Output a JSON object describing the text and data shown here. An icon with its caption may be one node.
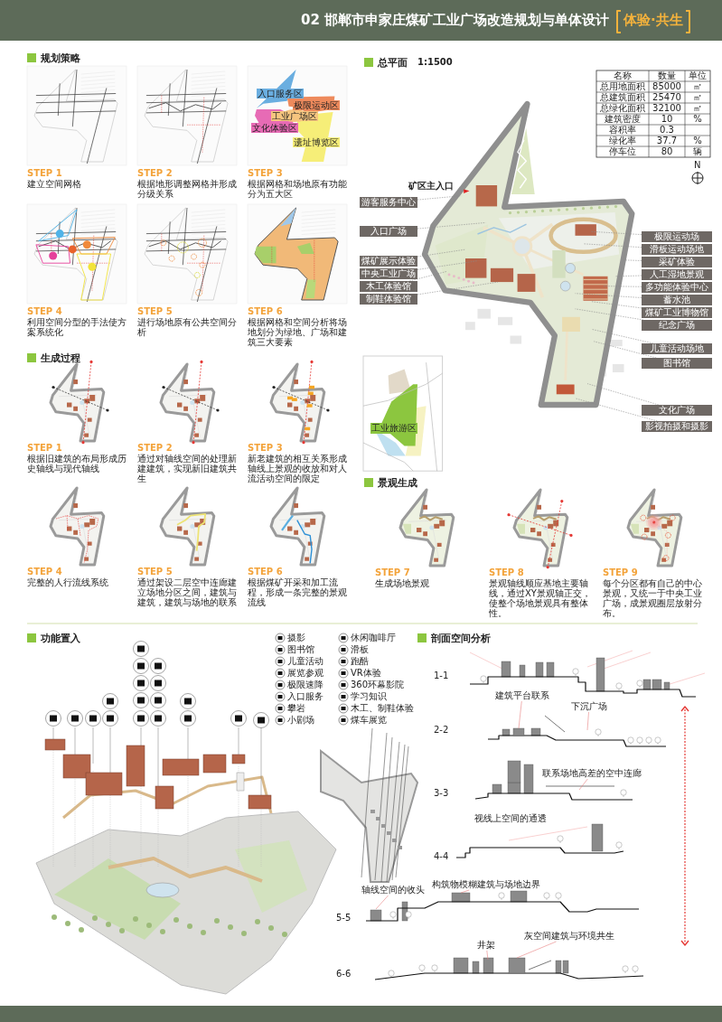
{
  "diagram": {
    "title": "02 邯郸市申家庄煤矿工业广场改造规划与单体设计",
    "nodes": [
      {
        "text": [
          "游客服务中心"
        ]
      },
      {
        "text": [
          "入口广场"
        ]
      },
      {
        "text": [
          "煤矿展示体验"
        ]
      },
      {
        "text": [
          "中央工业广场"
        ]
      },
      {
        "text": [
          "木工体验馆"
        ]
      },
      {
        "text": [
          "制鞋体验馆"
        ]
      },
      {
        "text": [
          "极限运动场"
        ]
      },
      {
        "text": [
          "滑板运动场地"
        ]
      },
      {
        "text": [
          "采矿体验"
        ]
      },
      {
        "text": [
          "人工湿地景观"
        ]
      },
      {
        "text": [
          "多功能体验中心"
        ]
      },
      {
        "text": [
          "蓄水池"
        ]
      },
      {
        "text": [
          "煤矿工业博物馆"
        ]
      },
      {
        "text": [
          "纪念广场"
        ]
      },
      {
        "text": [
          "儿童活动场地"
        ]
      },
      {
        "text": [
          "图书馆"
        ]
      },
      {
        "text": [
          "文化广场"
        ]
      },
      {
        "text": [
          "影视拍摄和摄影"
        ]
      },
      {
        "text": [
          "建筑平台联系"
        ]
      },
      {
        "text": [
          "下沉广场"
        ]
      },
      {
        "text": [
          "联系场地高差的空中连廊"
        ]
      },
      {
        "text": [
          "轴线空间的收头"
        ]
      },
      {
        "text": [
          "构筑物模糊建筑与场地边界"
        ]
      },
      {
        "text": [
          "井架"
        ]
      },
      {
        "text": [
          "灰空间建筑与环境共生"
        ]
      },
      {
        "text": [],
        "shape": "box"
      },
      {
        "text": [],
        "shape": "box"
      }
    ],
    "edges": [
      {
        "from": 0,
        "to": null,
        "arrow": "none",
        "style": "dashed"
      },
      {
        "from": 1,
        "to": null,
        "arrow": "none",
        "style": "dashed"
      },
      {
        "from": 2,
        "to": null,
        "arrow": "none",
        "style": "dashed"
      },
      {
        "from": 3,
        "to": null,
        "arrow": "none",
        "style": "dashed"
      },
      {
        "from": 4,
        "to": null,
        "arrow": "none",
        "style": "dashed"
      },
      {
        "from": 5,
        "to": null,
        "arrow": "none",
        "style": "dashed"
      },
      {
        "from": 6,
        "to": null,
        "arrow": "none",
        "style": "dashed"
      },
      {
        "from": 7,
        "to": null,
        "arrow": "none",
        "style": "dashed"
      },
      {
        "from": 8,
        "to": null,
        "arrow": "none",
        "style": "dashed"
      },
      {
        "from": 9,
        "to": null,
        "arrow": "none",
        "style": "dashed"
      },
      {
        "from": 10,
        "to": null,
        "arrow": "none",
        "style": "dashed"
      },
      {
        "from": 11,
        "to": null,
        "arrow": "none",
        "style": "dashed"
      },
      {
        "from": 12,
        "to": null,
        "arrow": "none",
        "style": "dashed"
      },
      {
        "from": 13,
        "to": null,
        "arrow": "none",
        "style": "dashed"
      },
      {
        "from": 14,
        "to": null,
        "arrow": "none",
        "style": "dashed"
      },
      {
        "from": 15,
        "to": null,
        "arrow": "none",
        "style": "dashed"
      },
      {
        "from": 16,
        "to": null,
        "arrow": "none",
        "style": "dashed"
      },
      {
        "from": 17,
        "to": null,
        "arrow": "none",
        "style": "dashed"
      },
      {
        "from": 18,
        "to": 25,
        "arrow": "none",
        "color": "#e88080"
      },
      {
        "from": 19,
        "to": null,
        "arrow": "none",
        "color": "#e88080"
      },
      {
        "from": 20,
        "to": null,
        "arrow": "none",
        "color": "#e88080"
      },
      {
        "from": 21,
        "to": null,
        "arrow": "none",
        "color": "#e88080"
      },
      {
        "from": 22,
        "to": null,
        "arrow": "none",
        "color": "#e88080"
      },
      {
        "from": 23,
        "to": null,
        "arrow": "none",
        "color": "#e88080"
      },
      {
        "from": 24,
        "to": 26,
        "arrow": "none",
        "color": "#e88080"
      }
    ],
    "labels": [
      "体验·共生",
      "规划策略",
      "STEP 1",
      "建立空间网格",
      "STEP 2",
      "根据地形调整网格并形成分级关系",
      "STEP 3",
      "根据网格和场地原有功能分为五大区",
      "入口服务区",
      "极限运动区",
      "工业广场区",
      "文化体验区",
      "遗址博览区",
      "STEP 4",
      "利用空间分型的手法使方案系统化",
      "STEP 5",
      "进行场地原有公共空间分析",
      "STEP 6",
      "根据网格和空间分析将场地划分为绿地、广场和建筑三大要素",
      "生成过程",
      "STEP 1",
      "根据旧建筑的布局形成历史轴线与现代轴线",
      "STEP 2",
      "通过对轴线空间的处理新建建筑，实现新旧建筑共生",
      "STEP 3",
      "新老建筑的相互关系形成轴线上景观的收放和对人流活动空间的限定",
      "STEP 4",
      "完整的人行流线系统",
      "STEP 5",
      "通过架设二层空中连廊建立场地分区之间，建筑与建筑，建筑与场地的联系",
      "STEP 6",
      "根据煤矿开采和加工流程，形成一条完整的景观流线",
      "总平面",
      "1:1500",
      "名称",
      "数量",
      "单位",
      "总用地面积",
      "85000",
      "㎡",
      "总建筑面积",
      "25470",
      "㎡",
      "总绿化面积",
      "32100",
      "㎡",
      "建筑密度",
      "10",
      "%",
      "容积率",
      "0.3",
      "绿化率",
      "37.7",
      "%",
      "停车位",
      "80",
      "辆",
      "N",
      "矿区主入口",
      "工业旅游区",
      "景观生成",
      "STEP 7",
      "生成场地景观",
      "STEP 8",
      "景观轴线顺应基地主要轴线，通过XY景观轴正交，使整个场地景观具有整体性。",
      "STEP 9",
      "每个分区都有自己的中心景观，又统一于中央工业广场，成景观圈层放射分布。",
      "功能置入",
      "剖面空间分析",
      "1-1",
      "2-2",
      "3-3",
      "4-4",
      "5-5",
      "6-6",
      "视线上空间的通透"
    ],
    "legend": [
      {
        "text": "摄影"
      },
      {
        "text": "图书馆"
      },
      {
        "text": "儿童活动"
      },
      {
        "text": "展览参观"
      },
      {
        "text": "极限速降"
      },
      {
        "text": "入口服务"
      },
      {
        "text": "攀岩"
      },
      {
        "text": "小剧场"
      },
      {
        "text": "休闲咖啡厅"
      },
      {
        "text": "滑板"
      },
      {
        "text": "跑酷"
      },
      {
        "text": "VR体验"
      },
      {
        "text": "360环幕影院"
      },
      {
        "text": "学习知识"
      },
      {
        "text": "木工、制鞋体验"
      },
      {
        "text": "煤车展览"
      }
    ]
  }
}
